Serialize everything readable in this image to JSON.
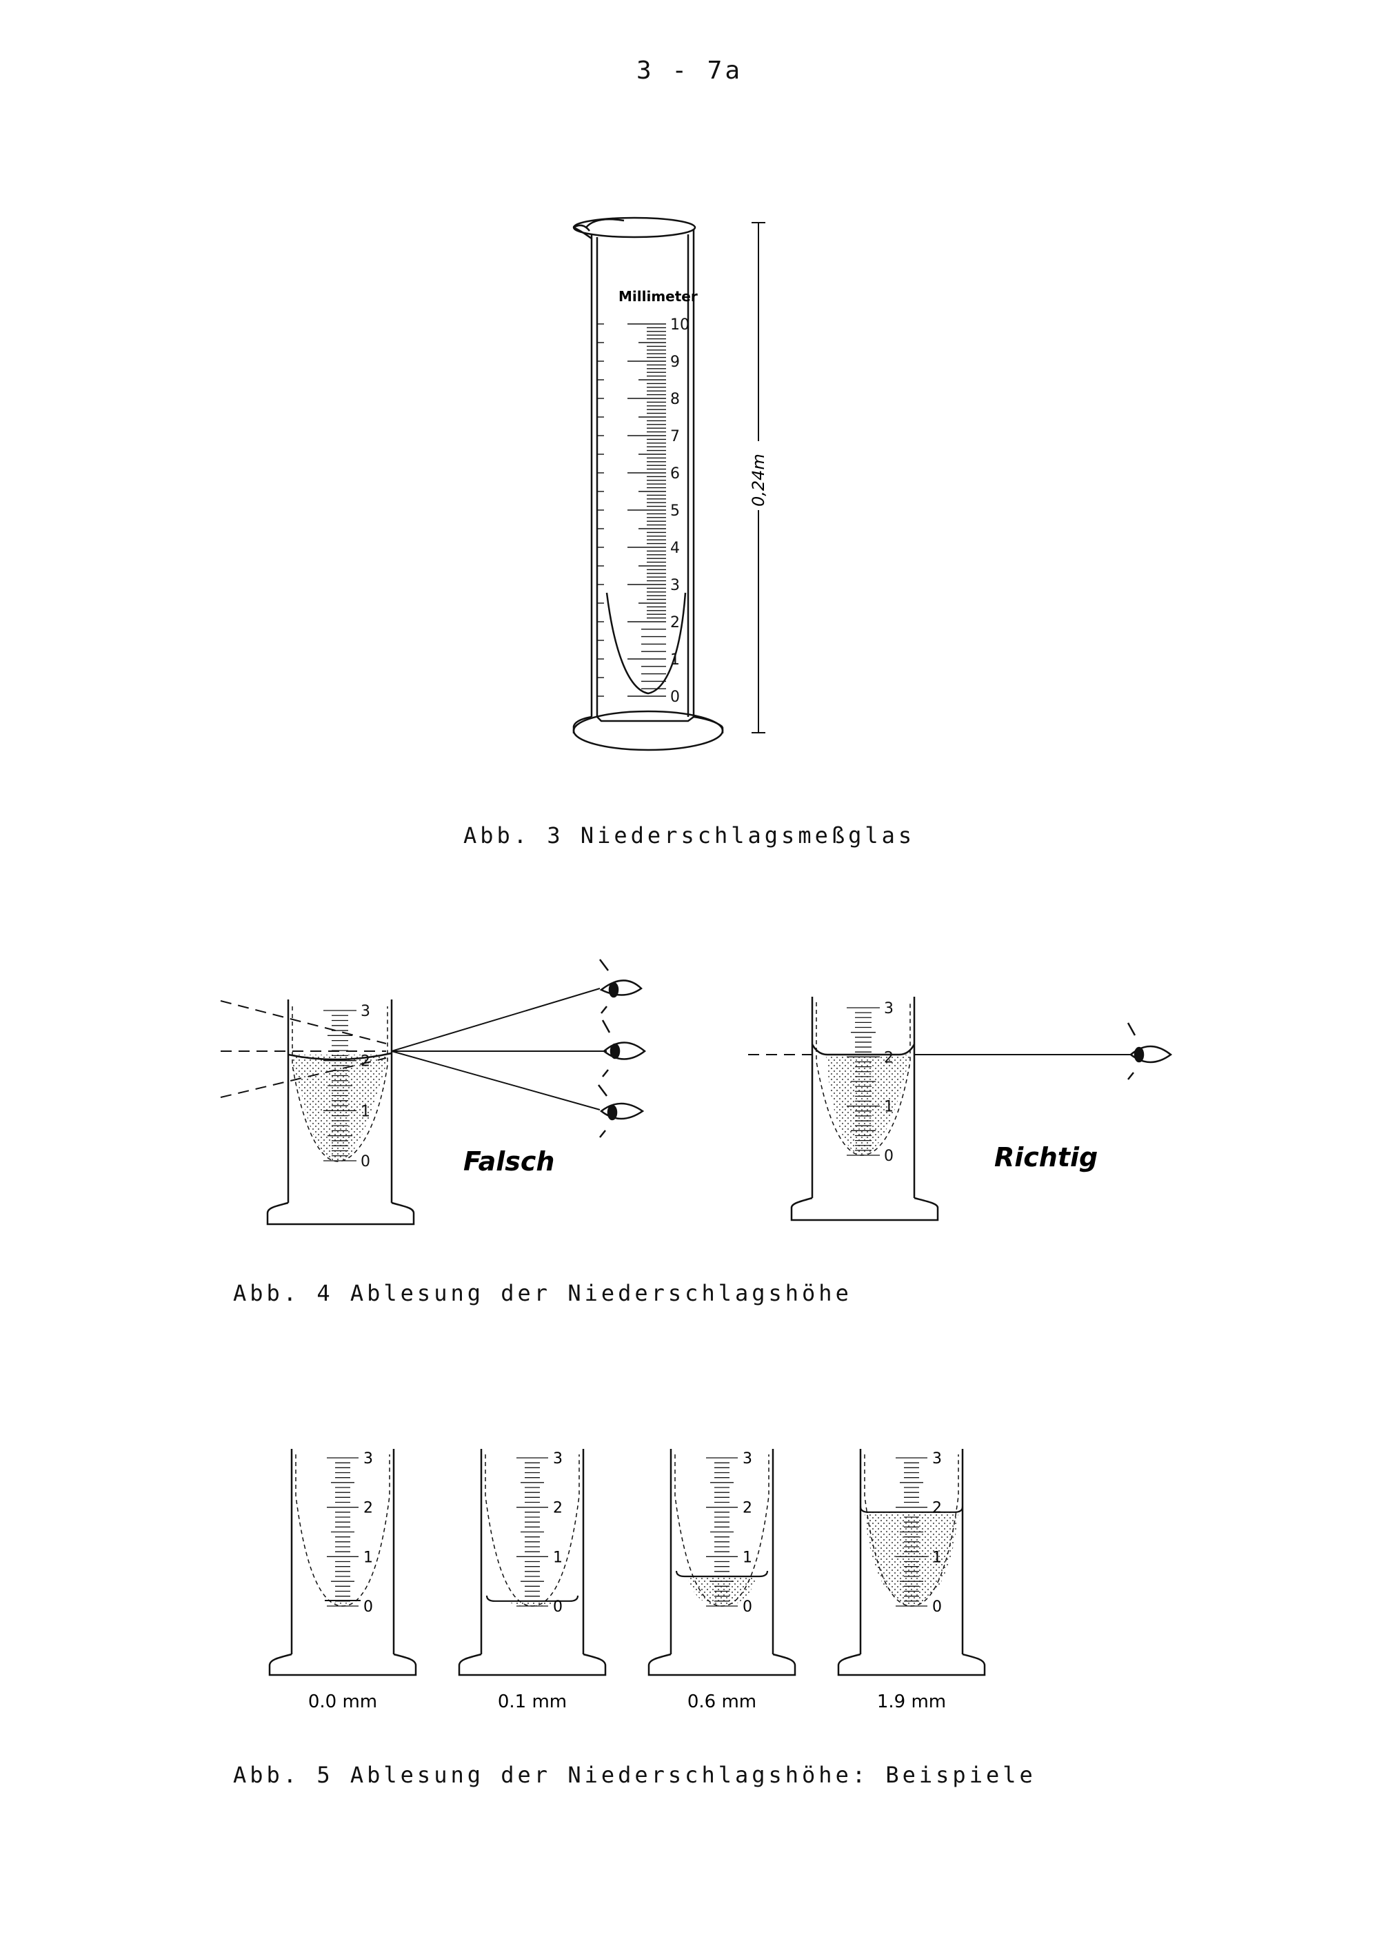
{
  "page_number": "3 - 7a",
  "fig3": {
    "scale_title": "Millimeter",
    "scale_marks": [
      "10",
      "9",
      "8",
      "7",
      "6",
      "5",
      "4",
      "3",
      "2",
      "1",
      "0"
    ],
    "dimension": "0,24m",
    "caption": "Abb. 3  Niederschlagsmeßglas"
  },
  "fig4": {
    "wrong_label": "Falsch",
    "right_label": "Richtig",
    "scale_marks": [
      "3",
      "2",
      "1",
      "0"
    ],
    "caption": "Abb. 4  Ablesung der Niederschlagshöhe"
  },
  "fig5": {
    "examples": [
      {
        "reading": "0.0 mm"
      },
      {
        "reading": "0.1 mm"
      },
      {
        "reading": "0.6 mm"
      },
      {
        "reading": "1.9 mm"
      }
    ],
    "scale_marks": [
      "3",
      "2",
      "1",
      "0"
    ],
    "caption": "Abb. 5  Ablesung der Niederschlagshöhe: Beispiele"
  }
}
